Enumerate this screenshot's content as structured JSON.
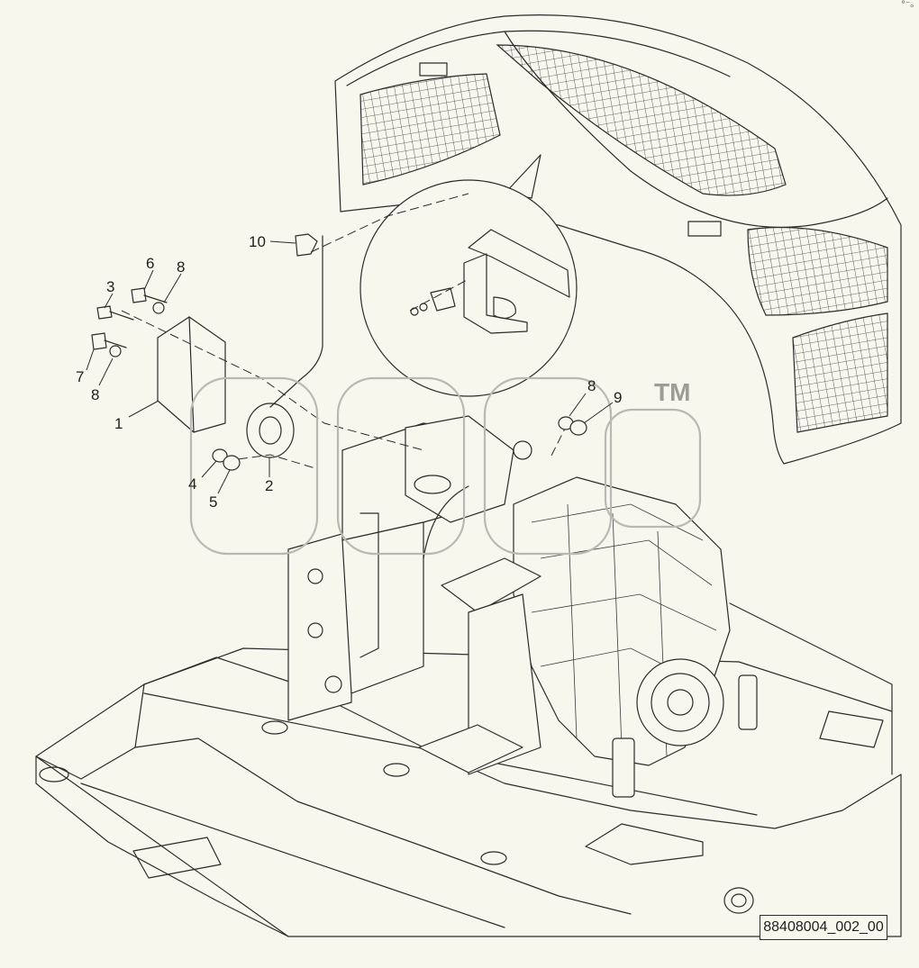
{
  "drawing": {
    "reference_number": "88408004_002_00",
    "corner_mark": "°⁻ₒ"
  },
  "watermark": {
    "trademark": "TM"
  },
  "callouts": [
    {
      "id": "c1",
      "label": "1"
    },
    {
      "id": "c2",
      "label": "2"
    },
    {
      "id": "c3",
      "label": "3"
    },
    {
      "id": "c4",
      "label": "4"
    },
    {
      "id": "c5",
      "label": "5"
    },
    {
      "id": "c6",
      "label": "6"
    },
    {
      "id": "c7",
      "label": "7"
    },
    {
      "id": "c8a",
      "label": "8"
    },
    {
      "id": "c8b",
      "label": "8"
    },
    {
      "id": "c8c",
      "label": "8"
    },
    {
      "id": "c9",
      "label": "9"
    },
    {
      "id": "c10",
      "label": "10"
    }
  ]
}
